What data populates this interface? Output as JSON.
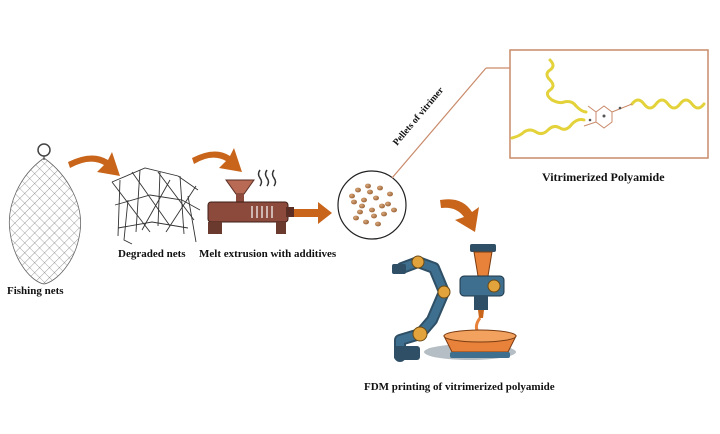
{
  "labels": {
    "fishing_nets": "Fishing nets",
    "degraded_nets": "Degraded nets",
    "melt_extrusion": "Melt extrusion with additives",
    "pellets": "Pellets of vitrimer",
    "vitrimerized_polyamide": "Vitrimerized Polyamide",
    "fdm_printing": "FDM printing of vitrimerized polyamide"
  },
  "colors": {
    "arrow": "#c8651b",
    "extruder_body": "#8b4a3c",
    "hopper": "#b86a55",
    "pellet": "#b5805a",
    "polymer_chain": "#e3d23a",
    "callout_line": "#c98a6a",
    "robot_blue": "#3f6f8f",
    "robot_accent": "#e2a23c",
    "molten": "#e8823a"
  },
  "icons": [
    "fishing-net-icon",
    "degraded-net-icon",
    "extruder-icon",
    "pellets-icon",
    "polymer-structure-icon",
    "robot-printer-icon"
  ]
}
